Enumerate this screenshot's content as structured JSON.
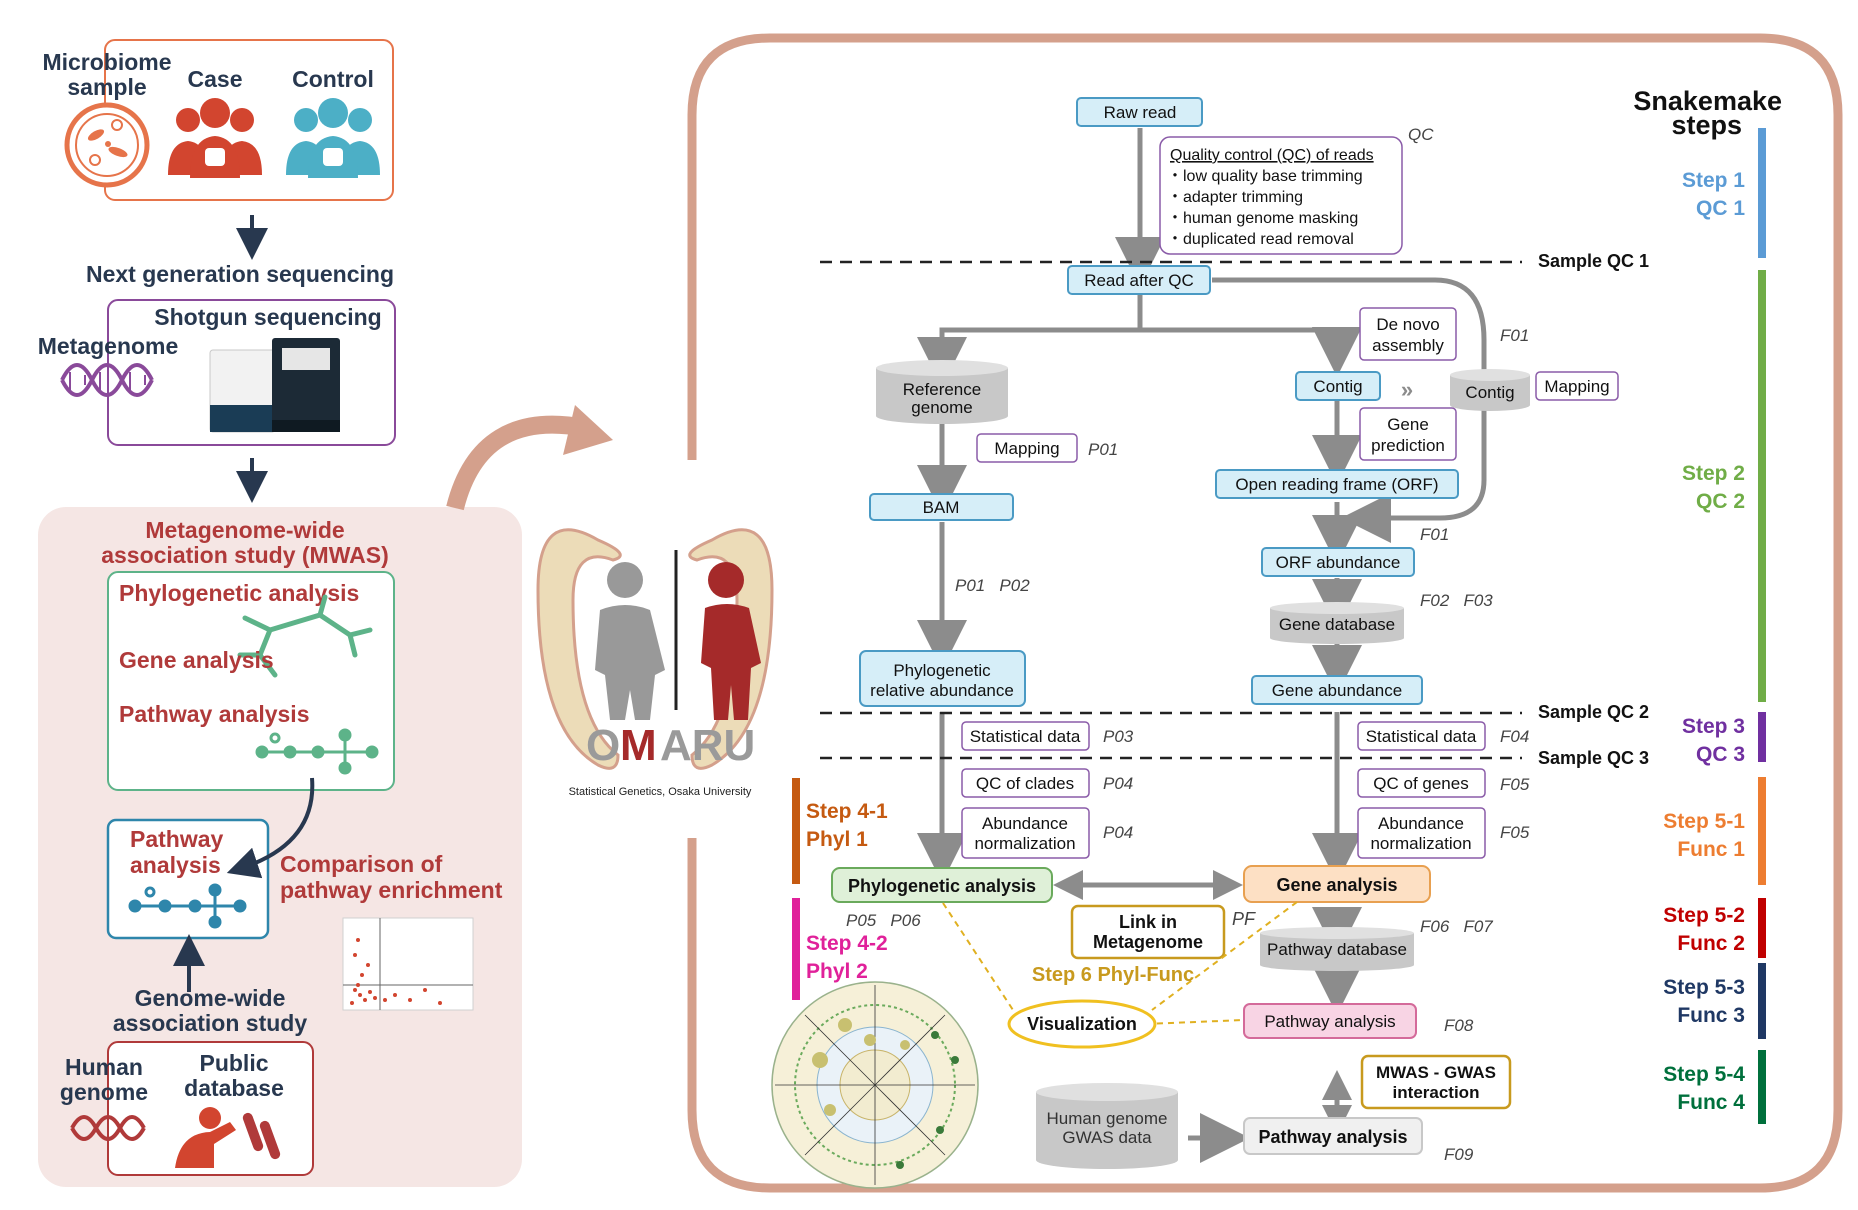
{
  "colors": {
    "orange": "#e6744a",
    "case_red": "#d2452f",
    "control_blue": "#4cafc6",
    "navy": "#28384f",
    "purple": "#8a4a9a",
    "mwas_bg": "#f5e6e4",
    "mwas_text": "#b03a3a",
    "green": "#5db389",
    "pathway_blue": "#2e86ab",
    "arrow_gray": "#8c8c8c",
    "frame": "#d4a08c",
    "box_blue_fill": "#d6eef8",
    "box_blue_stroke": "#4a9ac4",
    "white_box_stroke": "#8a5ba8",
    "phylo_fill": "#dff0d8",
    "phylo_stroke": "#6aaa5c",
    "gene_fill": "#fde0c4",
    "gene_stroke": "#e8a050",
    "pathway_fill": "#f8d4e4",
    "pathway_stroke": "#d46a9a",
    "db_gray": "#c8c8c8",
    "link_gold": "#c89a1e",
    "viz_yellow": "#f0c020",
    "step1": "#5b9bd5",
    "step2": "#70ad47",
    "step3": "#7030a0",
    "step51": "#ed7d31",
    "step52": "#c00000",
    "step53": "#1f3864",
    "step54": "#00703c",
    "step41": "#c55a11",
    "step42": "#e0219a"
  },
  "left": {
    "microbiome_sample": [
      "Microbiome",
      "sample"
    ],
    "case": "Case",
    "control": "Control",
    "ngs": "Next generation sequencing",
    "shotgun": "Shotgun sequencing",
    "metagenome": "Metagenome",
    "mwas_title": [
      "Metagenome-wide",
      "association study (MWAS)"
    ],
    "phylogenetic_analysis": "Phylogenetic  analysis",
    "gene_analysis": "Gene analysis",
    "pathway_analysis": "Pathway analysis",
    "pathway_analysis_box": [
      "Pathway",
      "analysis"
    ],
    "comparison": [
      "Comparison of",
      "pathway enrichment"
    ],
    "gwas": [
      "Genome-wide",
      "association study"
    ],
    "human_genome": [
      "Human",
      "genome"
    ],
    "public_database": [
      "Public",
      "database"
    ]
  },
  "logo": {
    "name_o": "O",
    "name_m": "M",
    "name_aru": "ARU",
    "caption": "Statistical Genetics, Osaka University"
  },
  "flow": {
    "raw_read": "Raw read",
    "qc_label": "QC",
    "qc_title": "Quality control (QC) of reads",
    "qc_items": [
      "・low quality base trimming",
      "・adapter trimming",
      "・human genome masking",
      "・duplicated read removal"
    ],
    "read_after_qc": "Read after QC",
    "reference_genome": [
      "Reference",
      "genome"
    ],
    "mapping": "Mapping",
    "p01": "P01",
    "bam": "BAM",
    "p01_p02": "P01   P02",
    "phylo_rel_abund": [
      "Phylogenetic",
      "relative abundance"
    ],
    "de_novo": [
      "De novo",
      "assembly"
    ],
    "contig": "Contig",
    "contig2": "Contig",
    "mapping2": "Mapping",
    "f01a": "F01",
    "gene_prediction": [
      "Gene",
      "prediction"
    ],
    "orf": "Open reading frame (ORF)",
    "f01b": "F01",
    "orf_abundance": "ORF abundance",
    "f02_f03": "F02   F03",
    "gene_database": "Gene database",
    "gene_abundance": "Gene abundance",
    "statistical_data_1": "Statistical data",
    "p03": "P03",
    "statistical_data_2": "Statistical data",
    "f04": "F04",
    "qc_clades": "QC of clades",
    "p04a": "P04",
    "qc_genes": "QC of genes",
    "f05a": "F05",
    "abund_norm_1": [
      "Abundance",
      "normalization"
    ],
    "p04b": "P04",
    "abund_norm_2": [
      "Abundance",
      "normalization"
    ],
    "f05b": "F05",
    "phylo_analysis": "Phylogenetic analysis",
    "gene_analysis": "Gene analysis",
    "link": [
      "Link in",
      "Metagenome"
    ],
    "pf": "PF",
    "p05_p06": "P05   P06",
    "pathway_database": "Pathway database",
    "f06_f07": "F06   F07",
    "step6": "Step 6 Phyl-Func",
    "visualization": "Visualization",
    "pathway_analysis_pink": "Pathway analysis",
    "f08": "F08",
    "mwas_gwas": [
      "MWAS - GWAS",
      "interaction"
    ],
    "human_gwas": [
      "Human genome",
      "GWAS data"
    ],
    "pathway_analysis_gray": "Pathway analysis",
    "f09": "F09"
  },
  "qc_lines": {
    "sample_qc_1": "Sample QC 1",
    "sample_qc_2": "Sample QC 2",
    "sample_qc_3": "Sample QC 3"
  },
  "steps": {
    "title": [
      "Snakemake",
      "steps"
    ],
    "step1": [
      "Step 1",
      "QC 1"
    ],
    "step2": [
      "Step 2",
      "QC 2"
    ],
    "step3": [
      "Step 3",
      "QC 3"
    ],
    "step41": [
      "Step 4-1",
      "Phyl 1"
    ],
    "step42": [
      "Step 4-2",
      "Phyl 2"
    ],
    "step51": [
      "Step 5-1",
      "Func 1"
    ],
    "step52": [
      "Step 5-2",
      "Func 2"
    ],
    "step53": [
      "Step 5-3",
      "Func 3"
    ],
    "step54": [
      "Step 5-4",
      "Func 4"
    ]
  }
}
